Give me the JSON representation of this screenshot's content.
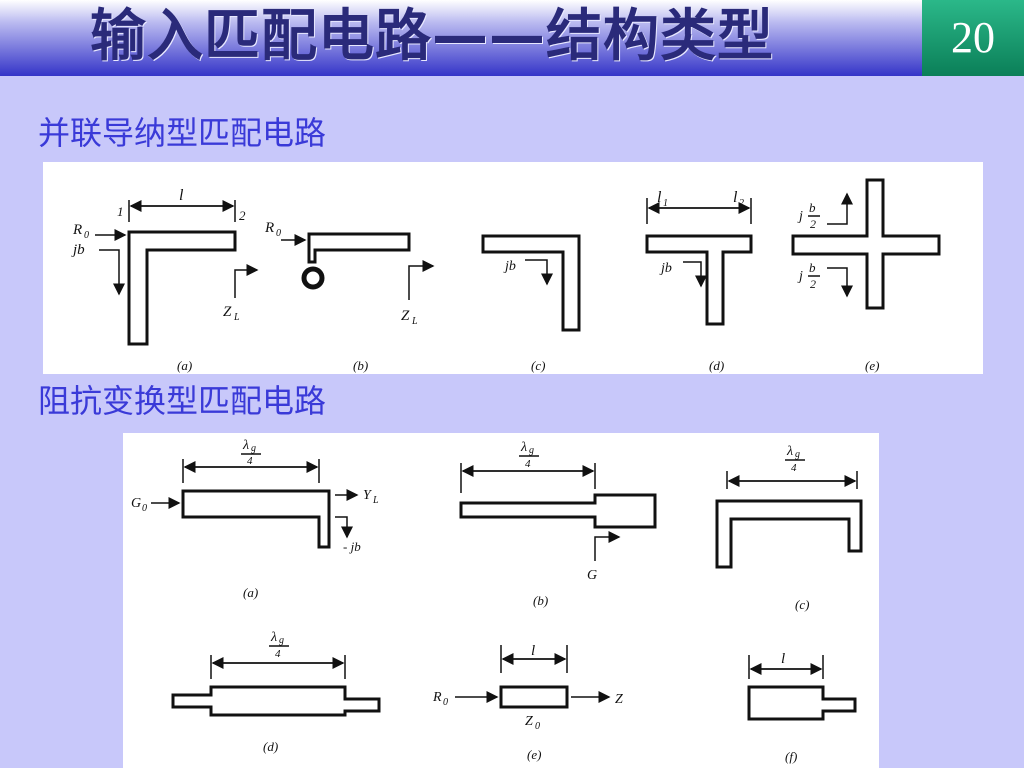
{
  "header": {
    "title": "输入匹配电路——结构类型",
    "page_number": "20"
  },
  "section1": {
    "heading": "并联导纳型匹配电路",
    "diagrams": {
      "a": {
        "caption": "(a)",
        "length": "l",
        "port1": "1",
        "port2": "2",
        "r0": "R",
        "r0_sub": "0",
        "jb": "jb",
        "zl": "Z",
        "zl_sub": "L"
      },
      "b": {
        "caption": "(b)",
        "r0": "R",
        "r0_sub": "0",
        "zl": "Z",
        "zl_sub": "L"
      },
      "c": {
        "caption": "(c)",
        "jb": "jb"
      },
      "d": {
        "caption": "(d)",
        "l1": "l",
        "l1_sub": "1",
        "l2": "l",
        "l2_sub": "2",
        "jb": "jb"
      },
      "e": {
        "caption": "(e)",
        "j": "j",
        "b": "b",
        "two": "2"
      }
    }
  },
  "section2": {
    "heading": "阻抗变换型匹配电路",
    "diagrams": {
      "a": {
        "caption": "(a)",
        "lambda": "λ",
        "g": "g",
        "four": "4",
        "g0": "G",
        "g0_sub": "0",
        "yl": "Y",
        "yl_sub": "L",
        "mjb": "- jb"
      },
      "b": {
        "caption": "(b)",
        "lambda": "λ",
        "g": "g",
        "four": "4",
        "G": "G"
      },
      "c": {
        "caption": "(c)",
        "lambda": "λ",
        "g": "g",
        "four": "4"
      },
      "d": {
        "caption": "(d)",
        "lambda": "λ",
        "g": "g",
        "four": "4"
      },
      "e": {
        "caption": "(e)",
        "l": "l",
        "r0": "R",
        "r0_sub": "0",
        "z0": "Z",
        "z0_sub": "0",
        "z": "Z"
      },
      "f": {
        "caption": "(f)",
        "l": "l"
      }
    }
  }
}
